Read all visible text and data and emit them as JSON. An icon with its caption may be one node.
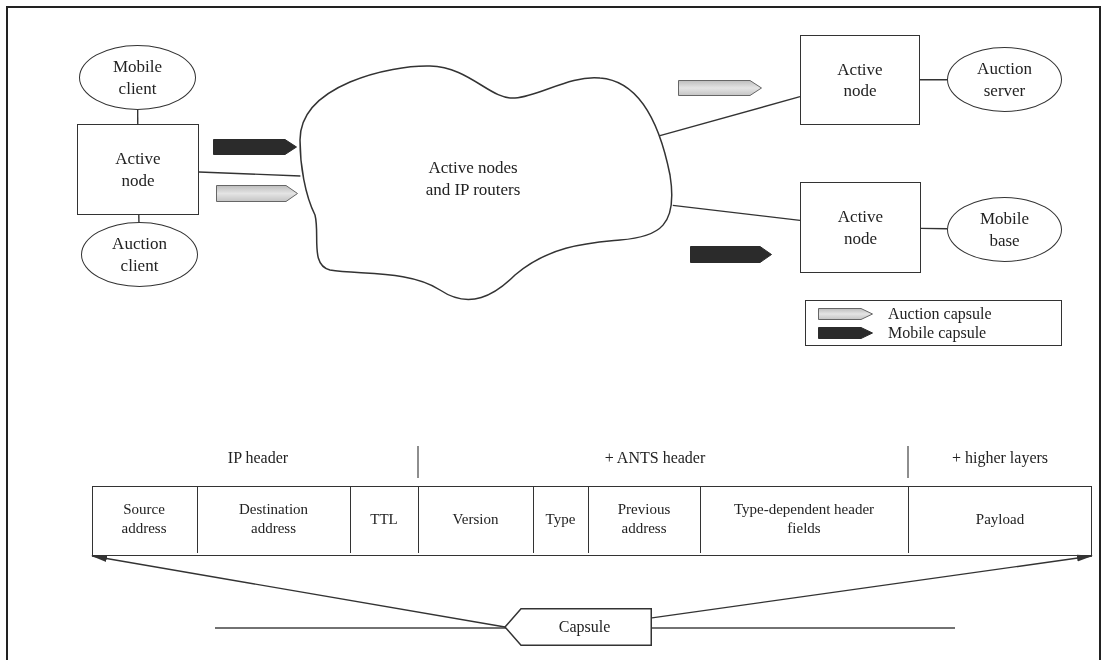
{
  "diagram": {
    "nodes": [
      {
        "text": [
          "Mobile client"
        ]
      },
      {
        "text": [
          "Active node"
        ]
      },
      {
        "text": [
          "Auction client"
        ]
      },
      {
        "text": [
          "Active nodes and IP routers"
        ]
      },
      {
        "text": [
          "Active node"
        ]
      },
      {
        "text": [
          "Auction server"
        ]
      },
      {
        "text": [
          "Active node"
        ]
      },
      {
        "text": [
          "Mobile base"
        ]
      },
      {
        "text": [],
        "shape": "box"
      },
      {
        "text": [
          "Source address"
        ],
        "in": 8
      },
      {
        "text": [
          "Destination address"
        ],
        "in": 8
      },
      {
        "text": [
          "TTL"
        ],
        "in": 8
      },
      {
        "text": [
          "Version"
        ],
        "in": 8
      },
      {
        "text": [
          "Type"
        ],
        "in": 8
      },
      {
        "text": [
          "Previous address"
        ],
        "in": 8
      },
      {
        "text": [
          "Type-dependent header fields"
        ],
        "in": 8
      },
      {
        "text": [
          "Payload"
        ],
        "in": 8
      },
      {
        "text": [
          "Capsule"
        ]
      }
    ],
    "edges": [
      {
        "from": 0,
        "to": 1,
        "arrow": "none"
      },
      {
        "from": 1,
        "to": 2,
        "arrow": "none"
      },
      {
        "from": 1,
        "to": 3,
        "arrow": "none"
      },
      {
        "from": 3,
        "to": 4,
        "arrow": "none"
      },
      {
        "from": 4,
        "to": 5,
        "arrow": "none"
      },
      {
        "from": 3,
        "to": 6,
        "arrow": "none"
      },
      {
        "from": 6,
        "to": 7,
        "arrow": "none"
      },
      {
        "from": 17,
        "to": 8,
        "arrow": "to"
      },
      {
        "from": 17,
        "to": 8,
        "arrow": "to"
      }
    ],
    "labels": [
      "IP header",
      "+ ANTS header",
      "+ higher layers"
    ],
    "legend": [
      {
        "text": "Auction capsule"
      },
      {
        "text": "Mobile capsule"
      }
    ]
  }
}
